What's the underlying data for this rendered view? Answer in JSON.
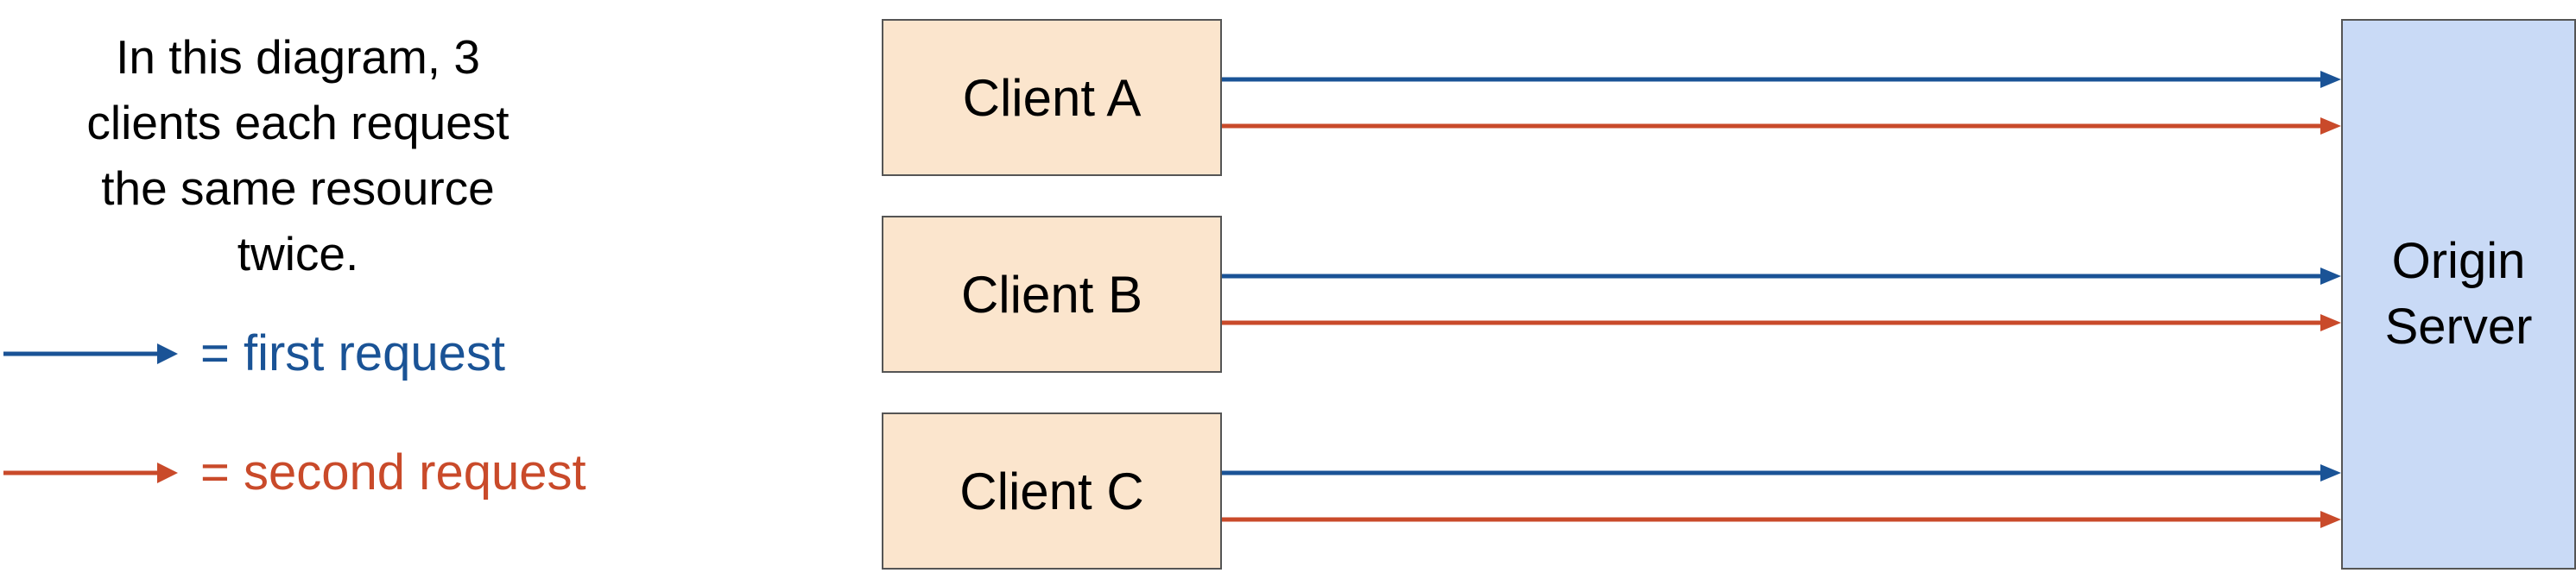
{
  "intro": {
    "lines": [
      "In this diagram, 3",
      "clients each request",
      "the same resource",
      "twice."
    ]
  },
  "legend": {
    "first": {
      "label": "= first request",
      "color": "#1a5396"
    },
    "second": {
      "label": "= second request",
      "color": "#c94a2a"
    }
  },
  "clients": [
    {
      "label": "Client A"
    },
    {
      "label": "Client B"
    },
    {
      "label": "Client C"
    }
  ],
  "server": {
    "lines": [
      "Origin",
      "Server"
    ]
  },
  "colors": {
    "client_fill": "#fbe5cd",
    "server_fill": "#c9daf6",
    "box_border": "#555555"
  }
}
